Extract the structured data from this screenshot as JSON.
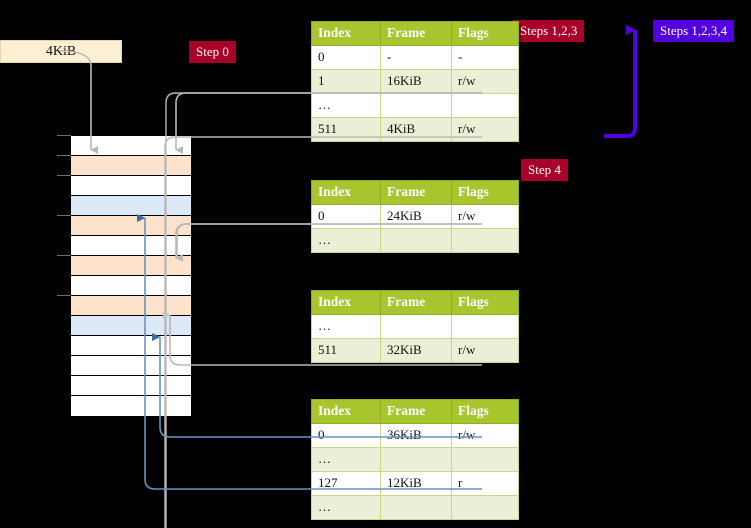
{
  "labels": {
    "step0": "Step 0",
    "steps123": "Steps 1,2,3",
    "steps1234": "Steps 1,2,3,4",
    "step4": "Step 4",
    "kib_box": "4KiB"
  },
  "colors": {
    "red_badge": "#a80028",
    "blue_badge": "#5200e0",
    "table_header": "#a8c52e",
    "table_row_alt": "#eaf0d5",
    "highlight": "#fdfa8b",
    "mem_orange": "#fde3cb",
    "mem_blue": "#dce9f8",
    "kib_fill": "#fcefd2",
    "gray_arrow": "#b0b0b0",
    "blue_arrow": "#6e90c0",
    "purple_arrow": "#5200e0"
  },
  "tables": [
    {
      "name": "page-table-level-1",
      "columns": [
        "Index",
        "Frame",
        "Flags"
      ],
      "rows": [
        {
          "index": "0",
          "frame": "-",
          "flags": "-",
          "highlight": false
        },
        {
          "index": "1",
          "frame": "16KiB",
          "flags": "r/w",
          "highlight": false
        },
        {
          "index": "…",
          "frame": "",
          "flags": "",
          "highlight": false
        },
        {
          "index": "511",
          "frame": "4KiB",
          "flags": "r/w",
          "highlight": true
        }
      ]
    },
    {
      "name": "page-table-level-2",
      "columns": [
        "Index",
        "Frame",
        "Flags"
      ],
      "rows": [
        {
          "index": "0",
          "frame": "24KiB",
          "flags": "r/w",
          "highlight": false
        },
        {
          "index": "…",
          "frame": "",
          "flags": "",
          "highlight": false
        }
      ]
    },
    {
      "name": "page-table-level-3",
      "columns": [
        "Index",
        "Frame",
        "Flags"
      ],
      "rows": [
        {
          "index": "…",
          "frame": "",
          "flags": "",
          "highlight": false
        },
        {
          "index": "511",
          "frame": "32KiB",
          "flags": "r/w",
          "highlight": false
        }
      ]
    },
    {
      "name": "page-table-level-4",
      "columns": [
        "Index",
        "Frame",
        "Flags"
      ],
      "rows": [
        {
          "index": "0",
          "frame": "36KiB",
          "flags": "r/w",
          "highlight": false
        },
        {
          "index": "…",
          "frame": "",
          "flags": "",
          "highlight": false
        },
        {
          "index": "127",
          "frame": "12KiB",
          "flags": "r",
          "highlight": false
        },
        {
          "index": "…",
          "frame": "",
          "flags": "",
          "highlight": false
        }
      ]
    }
  ],
  "memory_column": {
    "name": "physical-memory-frames",
    "rows": [
      {
        "fill": "white"
      },
      {
        "fill": "orange"
      },
      {
        "fill": "white"
      },
      {
        "fill": "blue"
      },
      {
        "fill": "orange"
      },
      {
        "fill": "white"
      },
      {
        "fill": "orange"
      },
      {
        "fill": "white"
      },
      {
        "fill": "orange"
      },
      {
        "fill": "blue"
      },
      {
        "fill": "white"
      },
      {
        "fill": "white"
      },
      {
        "fill": "white"
      },
      {
        "fill": "white"
      }
    ]
  }
}
